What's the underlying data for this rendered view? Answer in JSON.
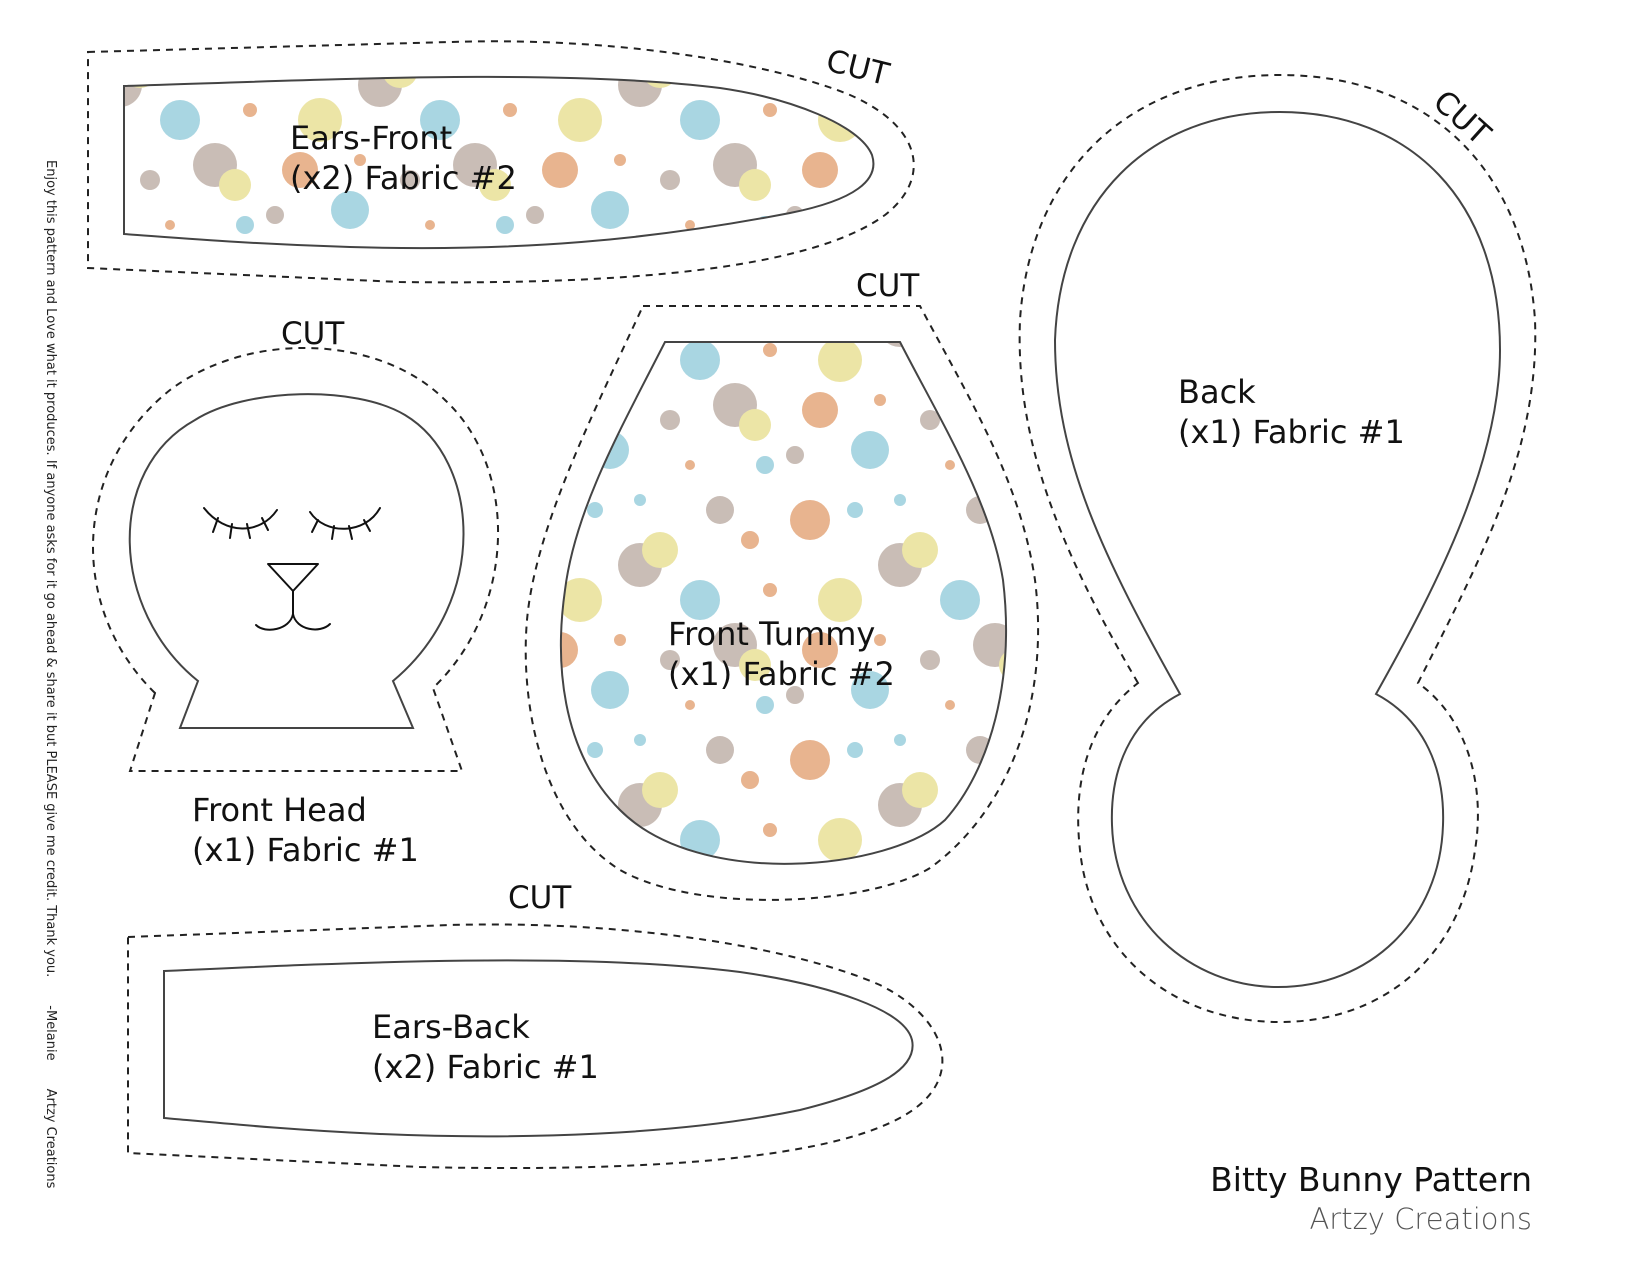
{
  "cut_label": "CUT",
  "pieces": {
    "ears_front": {
      "name": "Ears-Front",
      "qty": "(x2) Fabric #2"
    },
    "front_head": {
      "name": "Front Head",
      "qty": "(x1) Fabric #1"
    },
    "front_tummy": {
      "name": "Front Tummy",
      "qty": "(x1) Fabric #2"
    },
    "back": {
      "name": "Back",
      "qty": "(x1) Fabric #1"
    },
    "ears_back": {
      "name": "Ears-Back",
      "qty": "(x2) Fabric #1"
    }
  },
  "side_note": {
    "message": "Enjoy this pattern and Love what it produces. If anyone asks for it go ahead & share it but PLEASE give me credit. Thank you.",
    "signature": "-Melanie",
    "brand": "Artzy Creations"
  },
  "footer": {
    "title": "Bitty Bunny Pattern",
    "brand": "Artzy Creations"
  },
  "colors": {
    "outline": "#444444",
    "dash": "#222222",
    "dot_tan": "#e8b48f",
    "dot_blue": "#a9d6e2",
    "dot_yellow": "#ece5a6",
    "dot_gray": "#c9bdb6"
  }
}
